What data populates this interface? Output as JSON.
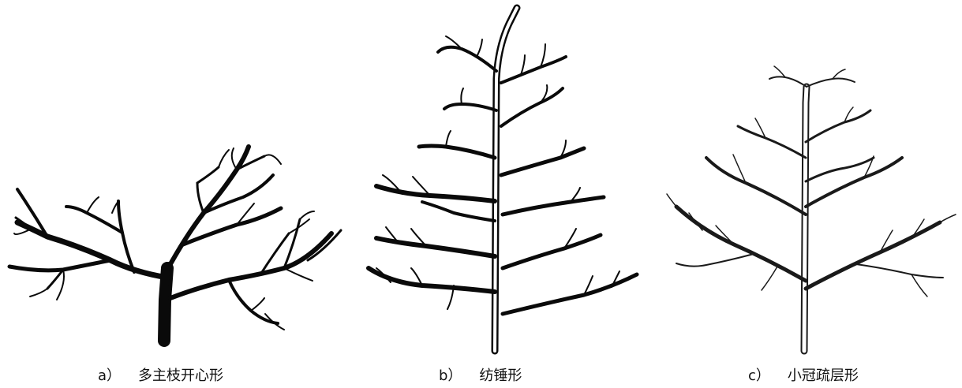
{
  "figures": [
    {
      "letter": "a）",
      "name": "多主枝开心形"
    },
    {
      "letter": "b）",
      "name": "纺锤形"
    },
    {
      "letter": "c）",
      "name": "小冠疏层形"
    }
  ]
}
